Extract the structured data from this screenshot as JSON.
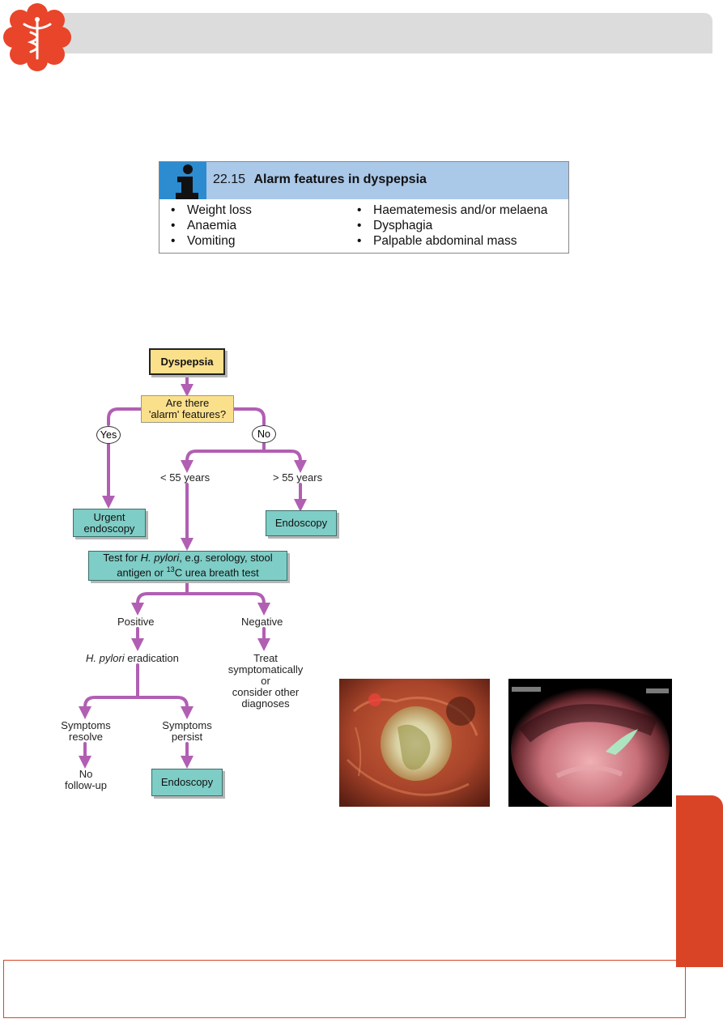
{
  "info_box": {
    "number": "22.15",
    "title": "Alarm features in dyspepsia",
    "left_items": [
      "Weight loss",
      "Anaemia",
      "Vomiting"
    ],
    "right_items": [
      "Haematemesis and/or melaena",
      "Dysphagia",
      "Palpable abdominal mass"
    ]
  },
  "flowchart": {
    "start": "Dyspepsia",
    "question_line1": "Are there",
    "question_line2": "'alarm' features?",
    "yes": "Yes",
    "no": "No",
    "under55": "< 55 years",
    "over55": "> 55 years",
    "urgent_line1": "Urgent",
    "urgent_line2": "endoscopy",
    "endoscopy_over55": "Endoscopy",
    "test_pre": "Test for ",
    "test_italic": "H. pylori",
    "test_post": ", e.g. serology, stool",
    "test_line2_pre": "antigen or ",
    "test_sup": "13",
    "test_line2_post": "C urea breath test",
    "positive": "Positive",
    "negative": "Negative",
    "eradication_italic": "H. pylori",
    "eradication_post": " eradication",
    "treat_lines": [
      "Treat",
      "symptomatically",
      "or",
      "consider other",
      "diagnoses"
    ],
    "resolve_lines": [
      "Symptoms",
      "resolve"
    ],
    "persist_lines": [
      "Symptoms",
      "persist"
    ],
    "nofollow_lines": [
      "No",
      "follow-up"
    ],
    "endoscopy_persist": "Endoscopy"
  },
  "colors": {
    "arrow": "#b15fb3",
    "teal_box": "#7ecdc6",
    "yellow_box": "#fbe08c",
    "info_header": "#aac8e8",
    "info_icon": "#2d8bd0",
    "accent_red": "#d94426"
  }
}
